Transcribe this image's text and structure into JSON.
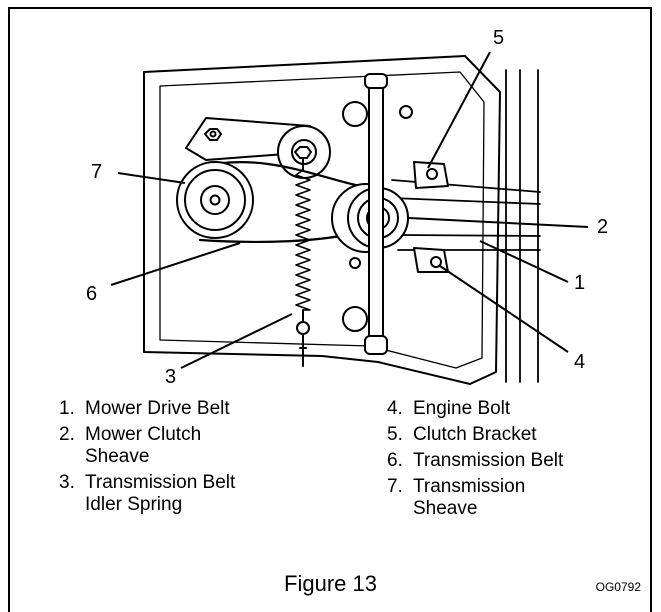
{
  "callouts": [
    "1",
    "2",
    "3",
    "4",
    "5",
    "6",
    "7"
  ],
  "legend": [
    {
      "num": "1.",
      "line1": "Mower Drive Belt",
      "line2": ""
    },
    {
      "num": "2.",
      "line1": "Mower Clutch",
      "line2": "Sheave"
    },
    {
      "num": "3.",
      "line1": "Transmission Belt",
      "line2": "Idler Spring"
    },
    {
      "num": "4.",
      "line1": "Engine Bolt",
      "line2": ""
    },
    {
      "num": "5.",
      "line1": "Clutch Bracket",
      "line2": ""
    },
    {
      "num": "6.",
      "line1": "Transmission Belt",
      "line2": ""
    },
    {
      "num": "7.",
      "line1": "Transmission",
      "line2": "Sheave"
    }
  ],
  "caption": "Figure 13",
  "figure_code": "OG0792"
}
